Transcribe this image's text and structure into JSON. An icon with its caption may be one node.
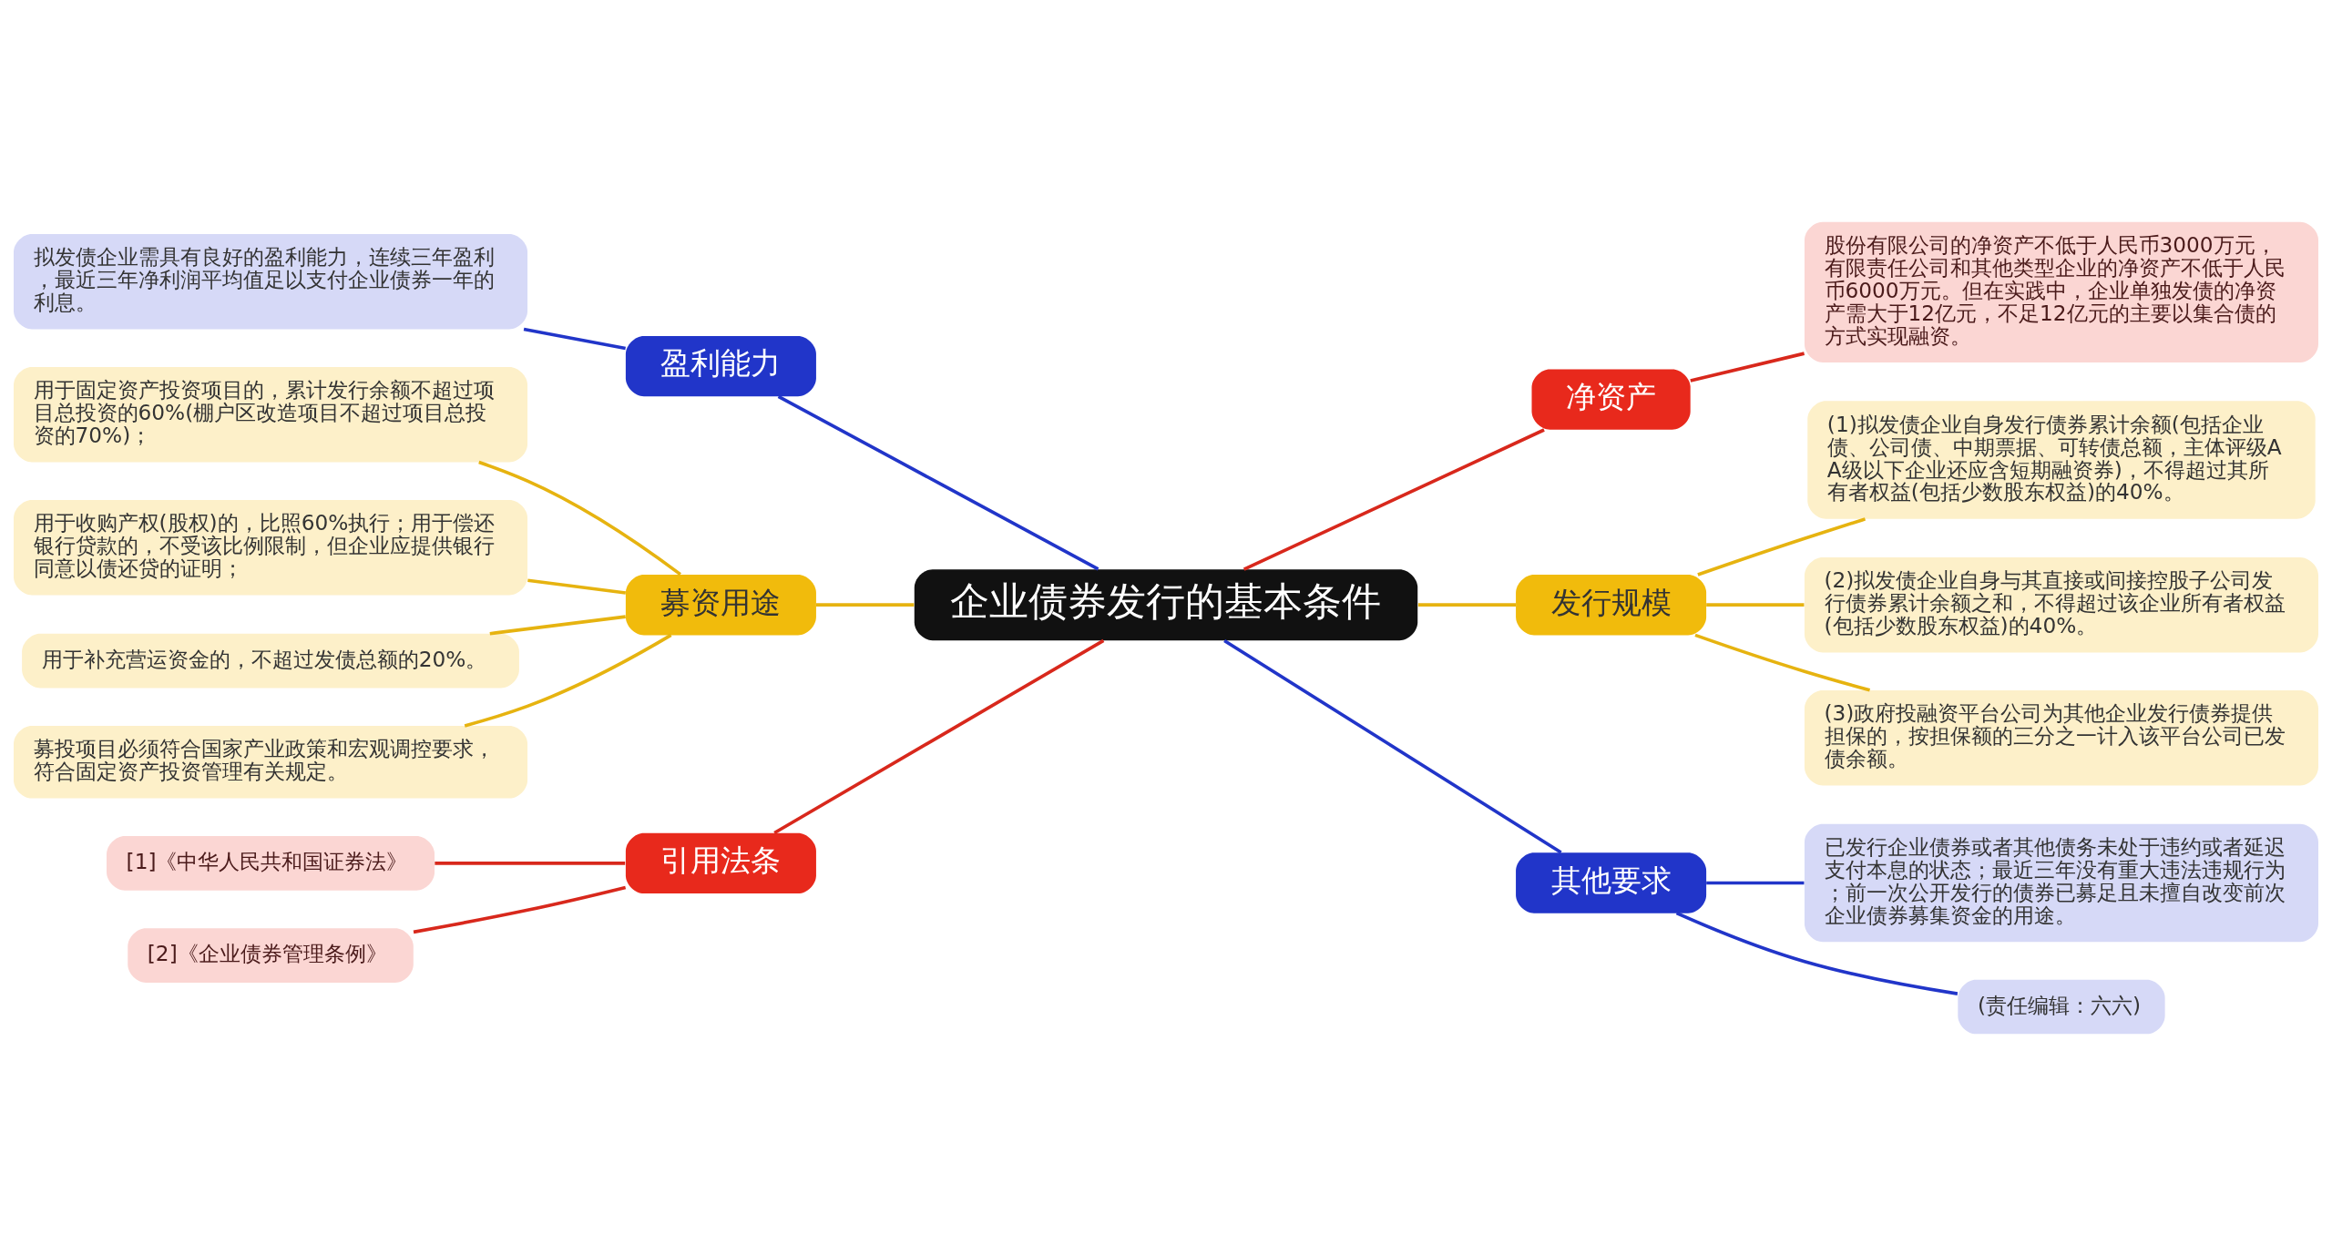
{
  "diagram": {
    "nodes": [
      {
        "text": [
          "企业债券发行的基本条件"
        ]
      },
      {
        "text": [
          "盈利能力"
        ]
      },
      {
        "text": [
          "拟发债企业需具有良好的盈利能力，连续三年盈利，最近三年净利润平均值足以支付企业债券一年的利息。"
        ]
      },
      {
        "text": [
          "募资用途"
        ]
      },
      {
        "text": [
          "用于固定资产投资项目的，累计发行余额不超过项目总投资的60%(棚户区改造项目不超过项目总投资的70%)；"
        ]
      },
      {
        "text": [
          "用于收购产权(股权)的，比照60%执行；用于偿还银行贷款的，不受该比例限制，但企业应提供银行同意以债还贷的证明；"
        ]
      },
      {
        "text": [
          "用于补充营运资金的，不超过发债总额的20%。"
        ]
      },
      {
        "text": [
          "募投项目必须符合国家产业政策和宏观调控要求，符合固定资产投资管理有关规定。"
        ]
      },
      {
        "text": [
          "引用法条"
        ]
      },
      {
        "text": [
          "[1]《中华人民共和国证券法》"
        ]
      },
      {
        "text": [
          "[2]《企业债券管理条例》"
        ]
      },
      {
        "text": [
          "净资产"
        ]
      },
      {
        "text": [
          "股份有限公司的净资产不低于人民币3000万元，有限责任公司和其他类型企业的净资产不低于人民币6000万元。但在实践中，企业单独发债的净资产需大于12亿元，不足12亿元的主要以集合债的方式实现融资。"
        ]
      },
      {
        "text": [
          "发行规模"
        ]
      },
      {
        "text": [
          "(1)拟发债企业自身发行债券累计余额(包括企业债、公司债、中期票据、可转债总额，主体评级AA级以下企业还应含短期融资券)，不得超过其所有者权益(包括少数股东权益)的40%。"
        ]
      },
      {
        "text": [
          "(2)拟发债企业自身与其直接或间接控股子公司发行债券累计余额之和，不得超过该企业所有者权益(包括少数股东权益)的40%。"
        ]
      },
      {
        "text": [
          "(3)政府投融资平台公司为其他企业发行债券提供担保的，按担保额的三分之一计入该平台公司已发债余额。"
        ]
      },
      {
        "text": [
          "其他要求"
        ]
      },
      {
        "text": [
          "已发行企业债券或者其他债务未处于违约或者延迟支付本息的状态；最近三年没有重大违法违规行为；前一次公开发行的债券已募足且未擅自改变前次企业债券募集资金的用途。"
        ]
      },
      {
        "text": [
          "(责任编辑：六六)"
        ]
      }
    ],
    "edges": [
      {
        "from": 1,
        "to": 0,
        "arrow": "none",
        "color": "#2135c9"
      },
      {
        "from": 2,
        "to": 1,
        "arrow": "none",
        "color": "#2135c9"
      },
      {
        "from": 3,
        "to": 0,
        "arrow": "none"
      },
      {
        "from": 4,
        "to": 3,
        "arrow": "none"
      },
      {
        "from": 5,
        "to": 3,
        "arrow": "none"
      },
      {
        "from": 6,
        "to": 3,
        "arrow": "none"
      },
      {
        "from": 7,
        "to": 3,
        "arrow": "none"
      },
      {
        "from": 8,
        "to": 0,
        "arrow": "none",
        "color": "#d8281c"
      },
      {
        "from": 9,
        "to": 8,
        "arrow": "none",
        "color": "#d8281c"
      },
      {
        "from": 10,
        "to": 8,
        "arrow": "none",
        "color": "#d8281c"
      },
      {
        "from": 0,
        "to": 11,
        "arrow": "none",
        "color": "#d8281c"
      },
      {
        "from": 11,
        "to": 12,
        "arrow": "none",
        "color": "#d8281c"
      },
      {
        "from": 0,
        "to": 13,
        "arrow": "none"
      },
      {
        "from": 13,
        "to": 14,
        "arrow": "none"
      },
      {
        "from": 13,
        "to": 15,
        "arrow": "none"
      },
      {
        "from": 13,
        "to": 16,
        "arrow": "none"
      },
      {
        "from": 0,
        "to": 17,
        "arrow": "none",
        "color": "#2135c9"
      },
      {
        "from": 17,
        "to": 18,
        "arrow": "none",
        "color": "#2135c9"
      },
      {
        "from": 17,
        "to": 19,
        "arrow": "none",
        "color": "#2135c9"
      }
    ]
  }
}
